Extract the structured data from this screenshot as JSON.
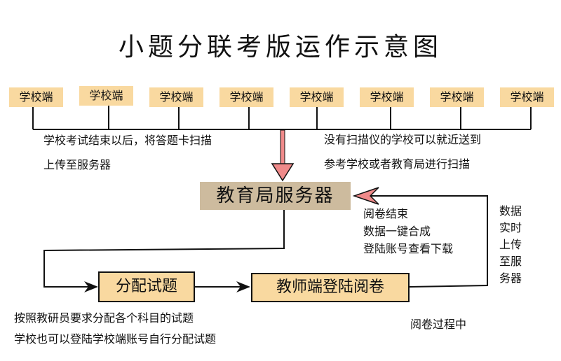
{
  "title": "小题分联考版运作示意图",
  "schools": [
    "学校端",
    "学校端",
    "学校端",
    "学校端",
    "学校端",
    "学校端",
    "学校端",
    "学校端"
  ],
  "left_note": [
    "学校考试结束以后，将答题卡扫描",
    "上传至服务器"
  ],
  "right_note": [
    "没有扫描仪的学校可以就近送到",
    "参考学校或者教育局进行扫描"
  ],
  "server": "教育局服务器",
  "result_note": [
    "阅卷结束",
    "数据一键合成",
    "登陆账号查看下载"
  ],
  "upload_note": "数据实时上传至服务器",
  "assign_box": "分配试题",
  "teacher_box": "教师端登陆阅卷",
  "assign_note": [
    "按照教研员要求分配各个科目的试题",
    "学校也可以登陆学校端账号自行分配试题"
  ],
  "process_note": "阅卷过程中",
  "colors": {
    "school_fill": "#f9d9a0",
    "server_fill": "#cdbb9e",
    "arrow_pink": "#f08a8a"
  }
}
